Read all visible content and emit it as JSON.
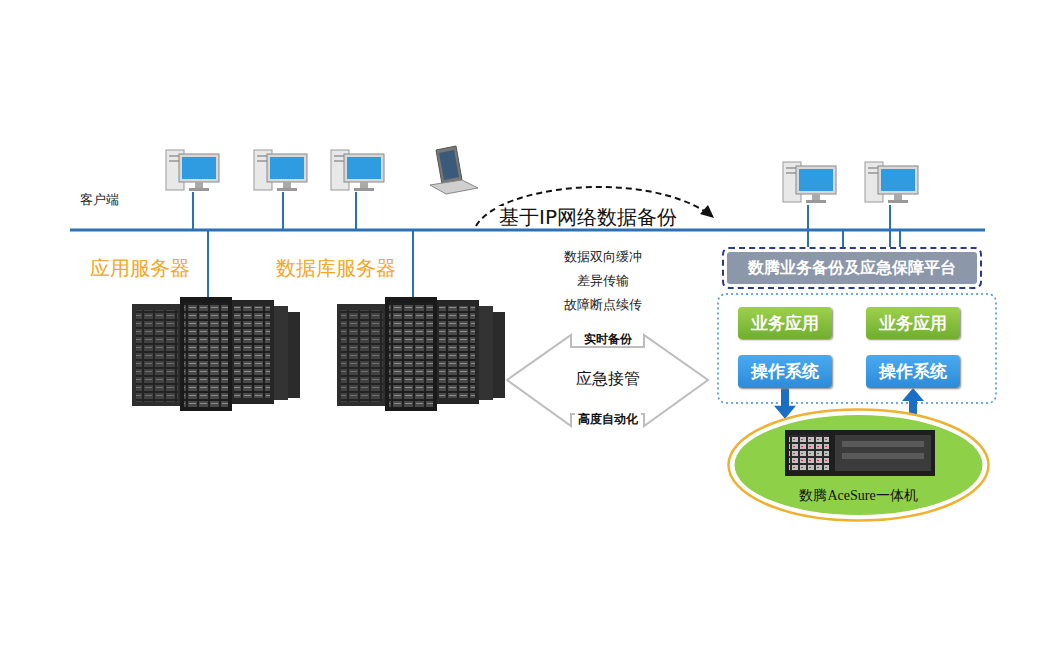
{
  "diagram": {
    "nodes": [
      {
        "text": [
          "实时备份",
          "应急接管",
          "高度自动化"
        ]
      },
      {
        "text": [
          "数腾业务备份及应急保障平台"
        ]
      },
      {
        "text": [
          "业务应用"
        ]
      },
      {
        "text": [
          "业务应用"
        ]
      },
      {
        "text": [
          "操作系统"
        ]
      },
      {
        "text": [
          "操作系统"
        ]
      },
      {
        "text": [
          "数腾AceSure一体机"
        ]
      }
    ],
    "edges": [
      {
        "from": 4,
        "to": 6,
        "arrow": "to"
      },
      {
        "from": 6,
        "to": 5,
        "arrow": "to"
      }
    ],
    "labels": [
      "客户端",
      "应用服务器",
      "数据库服务器",
      "基于IP网络数据备份",
      "数据双向缓冲",
      "差异传输",
      "故障断点续传"
    ]
  }
}
